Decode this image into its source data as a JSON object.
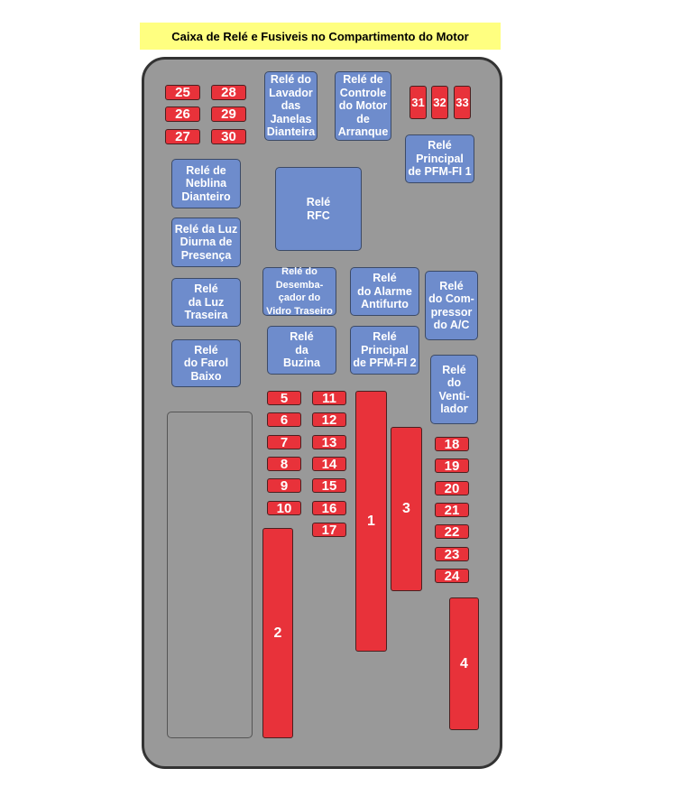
{
  "title": "Caixa de Relé e Fusiveis no Compartimento do Motor",
  "relays": {
    "lavador": "Relé do\nLavador\ndas\nJanelas\nDianteira",
    "controle": "Relé de\nControle\ndo Motor\nde\nArranque",
    "pfm1": "Relé\nPrincipal\nde PFM-FI 1",
    "neblina": "Relé de\nNeblina\nDianteiro",
    "rfc": "Relé\nRFC",
    "diurna": "Relé da Luz\nDiurna de\nPresença",
    "traseira": "Relé\nda Luz\nTraseira",
    "desemb": "Relé do\nDesemba-\nçador do\nVidro Traseiro",
    "alarme": "Relé\ndo Alarme\nAntifurto",
    "compressor": "Relé\ndo Com-\npressor\ndo A/C",
    "buzina": "Relé\nda\nBuzina",
    "pfm2": "Relé\nPrincipal\nde PFM-FI 2",
    "farol": "Relé\ndo Farol\nBaixo",
    "ventilador": "Relé\ndo\nVenti-\nlador"
  },
  "fuses": {
    "f1": "1",
    "f2": "2",
    "f3": "3",
    "f4": "4",
    "f5": "5",
    "f6": "6",
    "f7": "7",
    "f8": "8",
    "f9": "9",
    "f10": "10",
    "f11": "11",
    "f12": "12",
    "f13": "13",
    "f14": "14",
    "f15": "15",
    "f16": "16",
    "f17": "17",
    "f18": "18",
    "f19": "19",
    "f20": "20",
    "f21": "21",
    "f22": "22",
    "f23": "23",
    "f24": "24",
    "f25": "25",
    "f26": "26",
    "f27": "27",
    "f28": "28",
    "f29": "29",
    "f30": "30",
    "f31": "31",
    "f32": "32",
    "f33": "33"
  },
  "colors": {
    "relay": "#6e8ccc",
    "fuse": "#e8323a",
    "box": "#999999",
    "title_bg": "#ffff80"
  }
}
